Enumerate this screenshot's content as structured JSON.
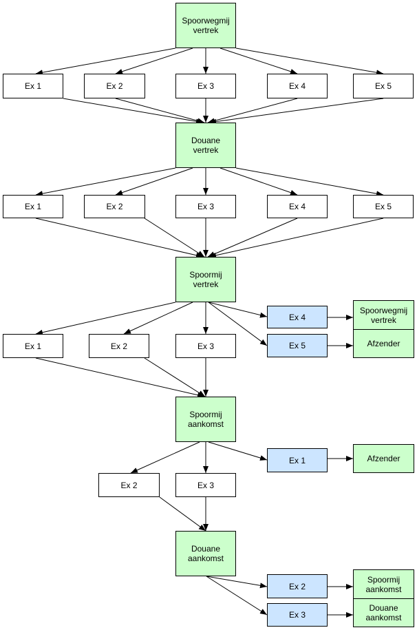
{
  "colors": {
    "station": "#ccffcc",
    "copy": "#ffffff",
    "transfer": "#cce5ff",
    "line": "#000000"
  },
  "nodes": {
    "spoorwegmij_vertrek": "Spoorwegmij\nvertrek",
    "level1": [
      "Ex 1",
      "Ex 2",
      "Ex 3",
      "Ex 4",
      "Ex 5"
    ],
    "douane_vertrek": "Douane\nvertrek",
    "level2": [
      "Ex 1",
      "Ex 2",
      "Ex 3",
      "Ex 4",
      "Ex 5"
    ],
    "spoormij_vertrek": "Spoormij\nvertrek",
    "level3": [
      "Ex 1",
      "Ex 2",
      "Ex 3"
    ],
    "level3_side": [
      "Ex 4",
      "Ex 5"
    ],
    "level3_targets": [
      "Spoorwegmij\nvertrek",
      "Afzender"
    ],
    "spoormij_aankomst": "Spoormij\naankomst",
    "level4": [
      "Ex 2",
      "Ex 3"
    ],
    "level4_side": [
      "Ex 1"
    ],
    "level4_targets": [
      "Afzender"
    ],
    "douane_aankomst": "Douane\naankomst",
    "level5_side": [
      "Ex 2",
      "Ex 3"
    ],
    "level5_targets": [
      "Spoormij\naankomst",
      "Douane\naankomst"
    ]
  }
}
